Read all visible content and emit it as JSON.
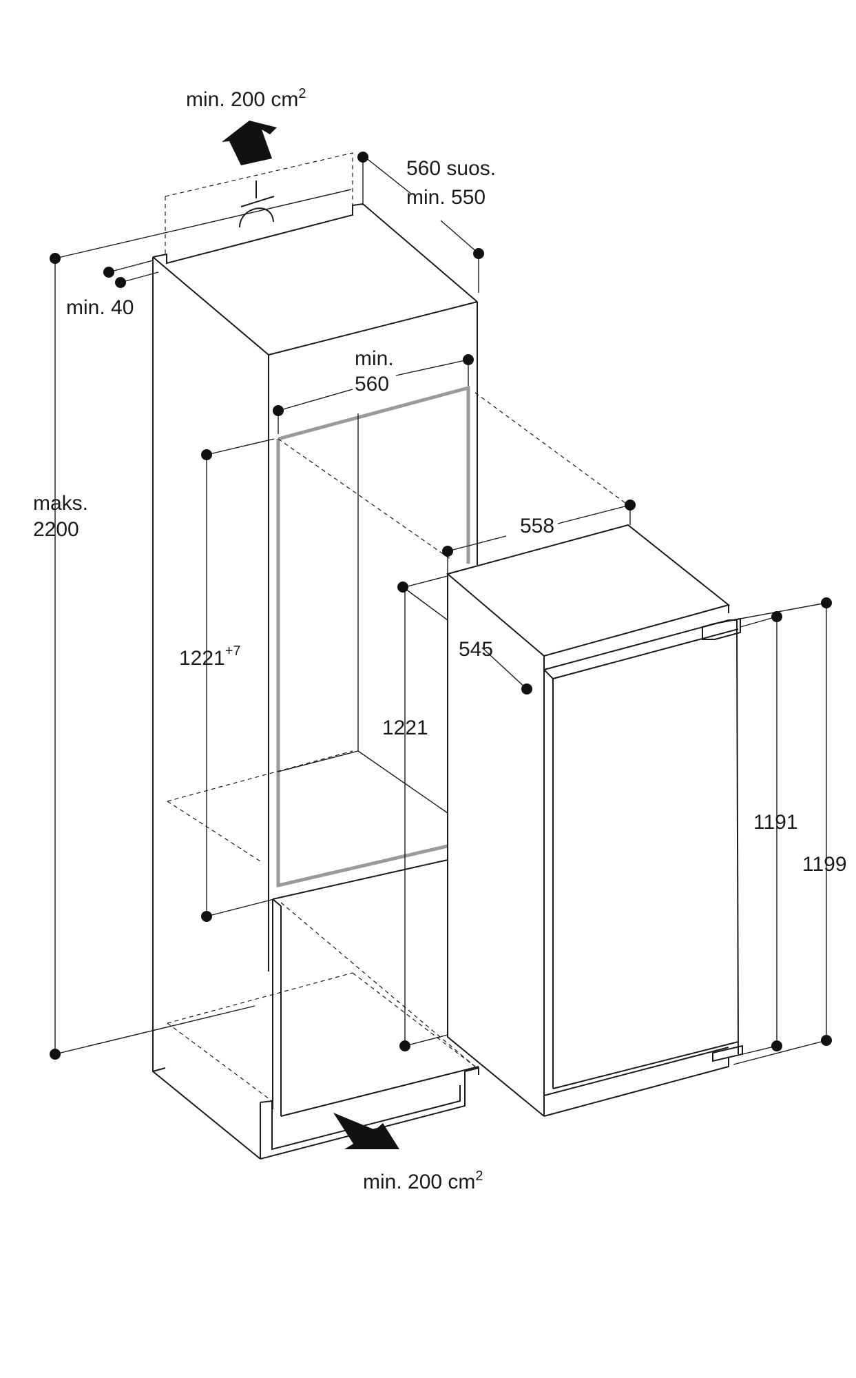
{
  "labels": {
    "vent_top": "min. 200 cm",
    "vent_top_sup": "2",
    "vent_bottom": "min. 200 cm",
    "vent_bottom_sup": "2",
    "depth_recommended": "560 suos.",
    "depth_min": "min. 550",
    "gap_min": "min. 40",
    "max_height_word": "maks.",
    "max_height_value": "2200",
    "niche_width_word": "min.",
    "niche_width_value": "560",
    "niche_height": "1221",
    "niche_height_tolerance": "+7",
    "appliance_width": "558",
    "appliance_depth": "545",
    "appliance_body_height": "1221",
    "door_height_1": "1191",
    "door_height_2": "1199"
  },
  "colors": {
    "line": "#1a1a1a",
    "niche_opening": "#9a9a9a",
    "background": "#ffffff"
  }
}
